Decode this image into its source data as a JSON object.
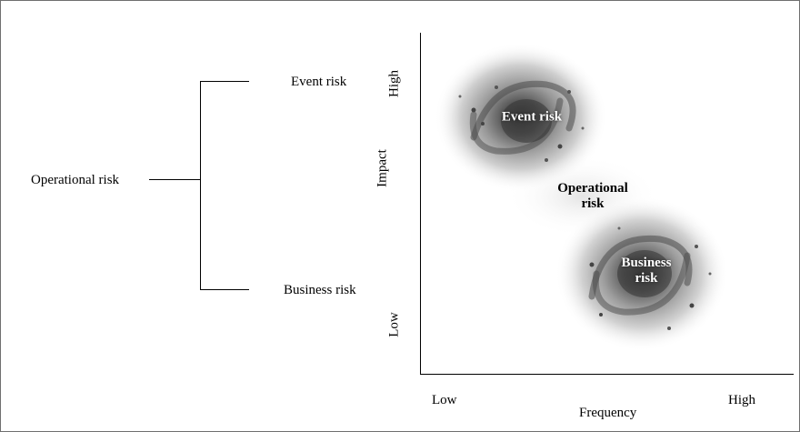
{
  "tree": {
    "root": "Operational risk",
    "top_child": "Event risk",
    "bottom_child": "Business risk"
  },
  "axes": {
    "y_label": "Impact",
    "y_high": "High",
    "y_low": "Low",
    "x_label": "Frequency",
    "x_low": "Low",
    "x_high": "High"
  },
  "clusters": {
    "event": "Event risk",
    "operational_line1": "Operational",
    "operational_line2": "risk",
    "business_line1": "Business",
    "business_line2": "risk"
  }
}
